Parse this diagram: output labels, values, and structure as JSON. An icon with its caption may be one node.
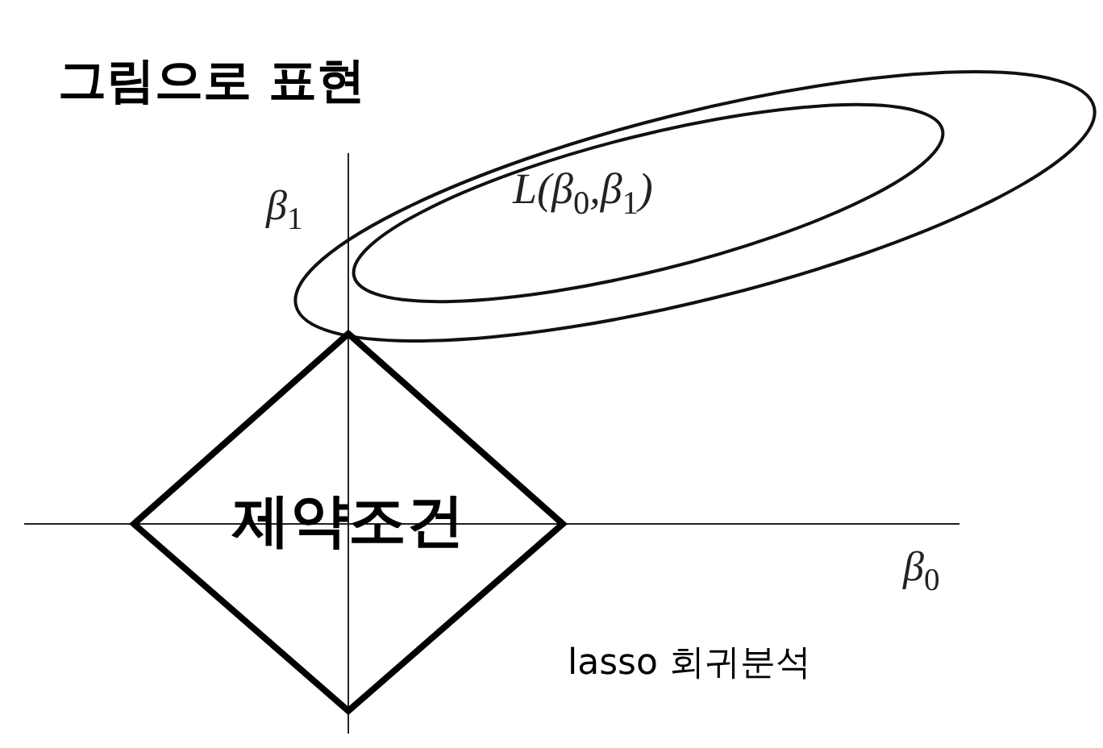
{
  "diagram": {
    "title": "그림으로 표현",
    "nodes": [
      {
        "text": [
          "L(β$_{0}$,β$_{1}$)"
        ]
      },
      {
        "text": [
          "제약조건"
        ]
      }
    ],
    "labels": [
      "β$_{1}$",
      "β$_{0}$",
      "lasso 회귀분석"
    ]
  }
}
